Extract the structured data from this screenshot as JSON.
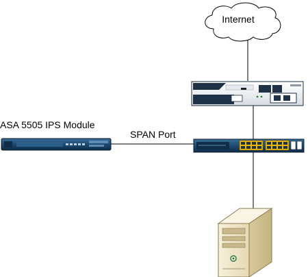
{
  "nodes": {
    "internet": {
      "label": "Internet",
      "icon": "cloud-icon"
    },
    "router": {
      "label": "",
      "icon": "router-icon"
    },
    "switch": {
      "label": "",
      "icon": "switch-icon"
    },
    "asa": {
      "label": "ASA 5505 IPS Module",
      "icon": "asa-appliance-icon"
    },
    "server": {
      "label": "",
      "icon": "server-icon"
    }
  },
  "links": {
    "span": {
      "label": "SPAN Port"
    }
  },
  "colors": {
    "line": "#000000",
    "cloud_fill": "#ffffff",
    "device_navy": "#173a5c",
    "device_blue": "#2e6e9e",
    "port_yellow": "#f2b800",
    "server_beige": "#eee3c4"
  }
}
